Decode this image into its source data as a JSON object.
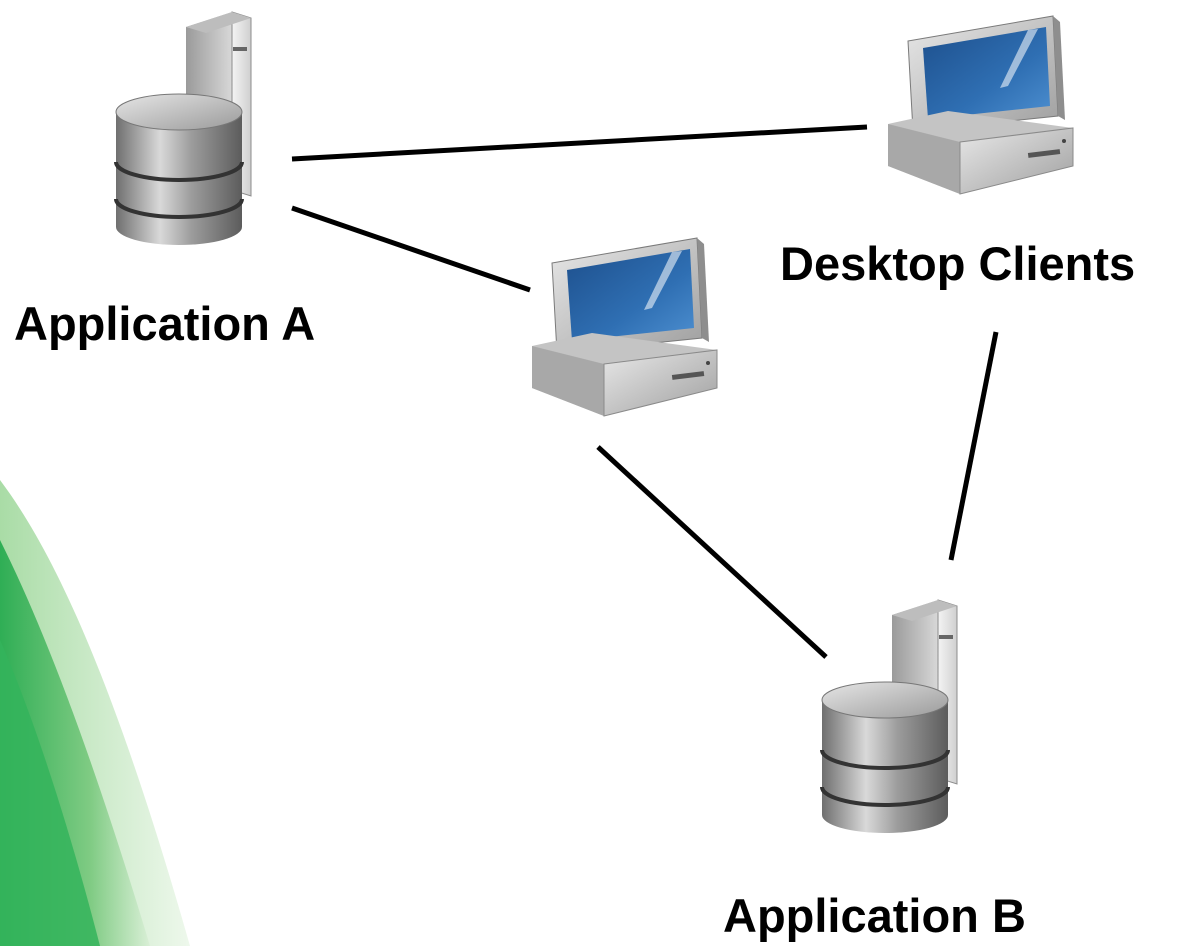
{
  "nodes": {
    "application_a": {
      "label": "Application A",
      "icon": "database-server-icon"
    },
    "desktop_clients": {
      "label": "Desktop Clients",
      "icon": "desktop-computer-icon"
    },
    "application_b": {
      "label": "Application B",
      "icon": "database-server-icon"
    }
  },
  "colors": {
    "accent_green": "#3cb35a",
    "screen_blue": "#2f6fb3",
    "connector": "#000000"
  }
}
